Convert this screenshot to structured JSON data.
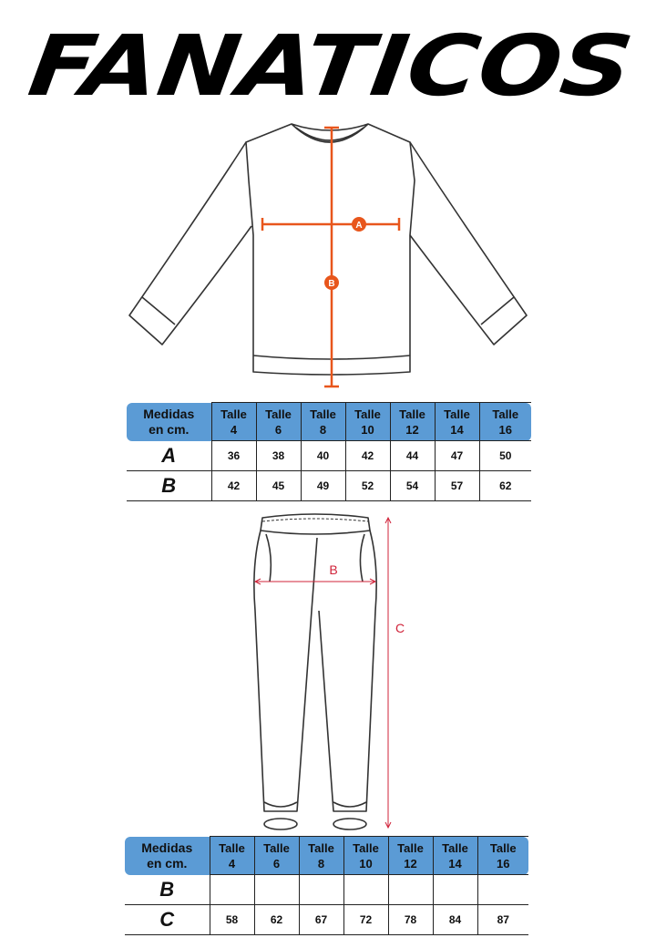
{
  "brand": {
    "name": "FANATICOS"
  },
  "sweatshirt": {
    "label_a": "A",
    "label_b": "B",
    "accent_color": "#e8561c"
  },
  "pants": {
    "label_b": "B",
    "label_c": "C",
    "accent_color": "#d0233a"
  },
  "sweatshirt_table": {
    "header_label": [
      "Medidas",
      "en cm."
    ],
    "sizes": [
      [
        "Talle",
        "4"
      ],
      [
        "Talle",
        "6"
      ],
      [
        "Talle",
        "8"
      ],
      [
        "Talle",
        "10"
      ],
      [
        "Talle",
        "12"
      ],
      [
        "Talle",
        "14"
      ],
      [
        "Talle",
        "16"
      ]
    ],
    "rows": [
      {
        "label": "A",
        "values": [
          "36",
          "38",
          "40",
          "42",
          "44",
          "47",
          "50"
        ]
      },
      {
        "label": "B",
        "values": [
          "42",
          "45",
          "49",
          "52",
          "54",
          "57",
          "62"
        ]
      }
    ]
  },
  "pants_table": {
    "header_label": [
      "Medidas",
      "en cm."
    ],
    "sizes": [
      [
        "Talle",
        "4"
      ],
      [
        "Talle",
        "6"
      ],
      [
        "Talle",
        "8"
      ],
      [
        "Talle",
        "10"
      ],
      [
        "Talle",
        "12"
      ],
      [
        "Talle",
        "14"
      ],
      [
        "Talle",
        "16"
      ]
    ],
    "rows": [
      {
        "label": "B",
        "values": [
          "",
          "",
          "",
          "",
          "",
          "",
          ""
        ]
      },
      {
        "label": "C",
        "values": [
          "58",
          "62",
          "67",
          "72",
          "78",
          "84",
          "87"
        ]
      }
    ]
  },
  "colors": {
    "header_blue": "#5b9bd5",
    "outline": "#333333"
  }
}
